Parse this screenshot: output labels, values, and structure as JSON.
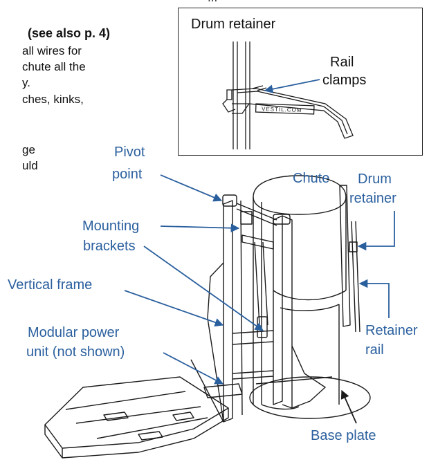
{
  "text_fragments": {
    "top_partial": "...",
    "section_ref": "(see also p. 4)",
    "line1": "all wires for",
    "line2": "chute all the",
    "line3": "y.",
    "line4": "ches, kinks,",
    "line5": "ge",
    "line6": "uld"
  },
  "inset": {
    "title": "Drum retainer",
    "rail_label_line1": "Rail",
    "rail_label_line2": "clamps",
    "brand_mark": "VESTIL.COM"
  },
  "labels": {
    "pivot_point_1": "Pivot",
    "pivot_point_2": "point",
    "chute": "Chute",
    "drum_retainer_1": "Drum",
    "drum_retainer_2": "retainer",
    "mounting_brackets_1": "Mounting",
    "mounting_brackets_2": "brackets",
    "vertical_frame": "Vertical frame",
    "modular_power_1": "Modular power",
    "modular_power_2": "unit (not shown)",
    "retainer_rail_1": "Retainer",
    "retainer_rail_2": "rail",
    "base_plate": "Base plate"
  },
  "colors": {
    "callout_text": "#2a5f9e",
    "leader_line": "#2a5f9e",
    "drawing_line": "#1a1a1a"
  }
}
